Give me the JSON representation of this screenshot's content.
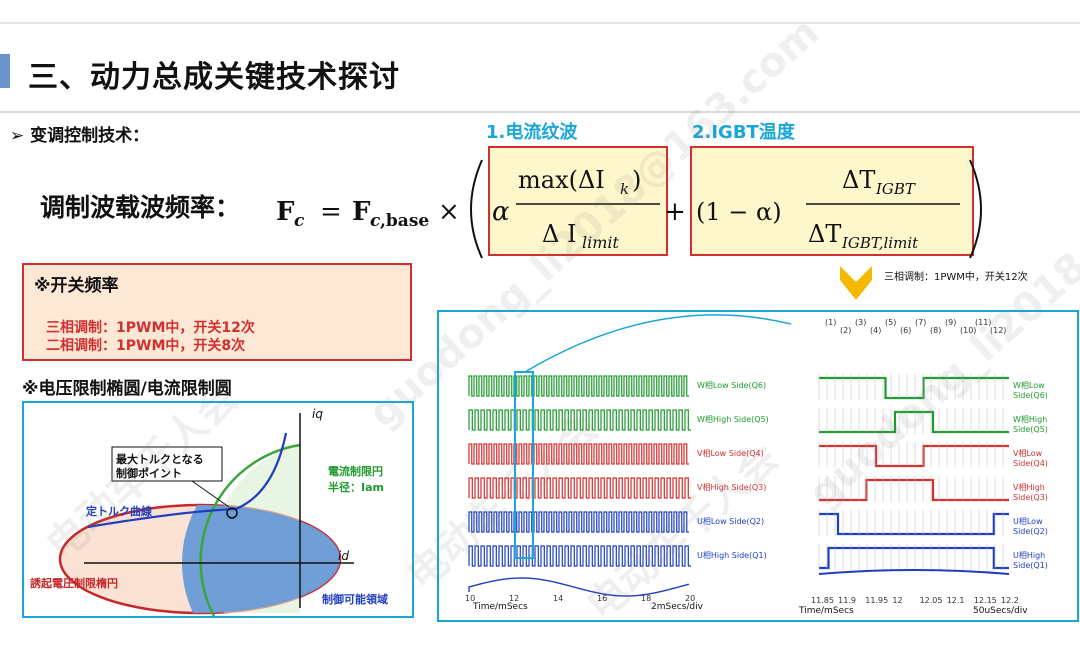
{
  "header": {
    "title": "三、动力总成关键技术探讨"
  },
  "section1": {
    "bullet": "➢ 变调控制技术：",
    "label1": "1.电流纹波",
    "label2": "2.IGBT温度",
    "formula_label": "调制波载波频率："
  },
  "switching": {
    "title": "※开关频率",
    "line1_prefix": "三相调制：1PWM中，开关",
    "line1_count": "12次",
    "line2_prefix": "二相调制：1PWM中，开关",
    "line2_count": "8次"
  },
  "section2": {
    "title": "※电压限制椭圆/电流限制圆"
  },
  "ellipse_diagram": {
    "axis_q": "iq",
    "axis_d": "id",
    "max_torque_label_1": "最大トルクとなる",
    "max_torque_label_2": "制御ポイント",
    "torque_curve": "定トルク曲線",
    "current_limit_1": "電流制限円",
    "current_limit_2": "半径：Iam",
    "voltage_limit": "誘起電圧制限楕円",
    "control_region": "制御可能領域"
  },
  "plot": {
    "callout": "三相调制：1PWM中，开关12次",
    "left_signals": [
      "W相Low Side(Q6)",
      "W相High Side(Q5)",
      "V相Low Side(Q4)",
      "V相High Side(Q3)",
      "U相Low Side(Q2)",
      "U相High Side(Q1)"
    ],
    "right_signals": [
      "W相Low Side(Q6)",
      "W相High Side(Q5)",
      "V相Low Side(Q4)",
      "V相High Side(Q3)",
      "U相Low Side(Q2)",
      "U相High Side(Q1)"
    ],
    "left_time_label": "Time/mSecs",
    "left_div_label": "2mSecs/div",
    "right_time_label": "Time/mSecs",
    "right_div_label": "50uSecs/div",
    "left_ticks": [
      "10",
      "12",
      "14",
      "16",
      "18",
      "20"
    ],
    "right_ticks": [
      "11.85",
      "11.9",
      "11.95",
      "12",
      "12.05",
      "12.1",
      "12.15",
      "12.2"
    ],
    "segment_labels": [
      "(1)",
      "(2)",
      "(3)",
      "(4)",
      "(5)",
      "(6)",
      "(7)",
      "(8)",
      "(9)",
      "(10)",
      "(11)",
      "(12)"
    ]
  },
  "watermarks": [
    "电动车千人会",
    "guodong_li2018@163.com",
    "电动车千人会",
    "guodong_li2018@163.com",
    "电动车千人会"
  ],
  "colors": {
    "accent": "#1aa6d6",
    "red": "#d32f2f",
    "green": "#1e9a2e",
    "blue": "#1f3fbf"
  }
}
